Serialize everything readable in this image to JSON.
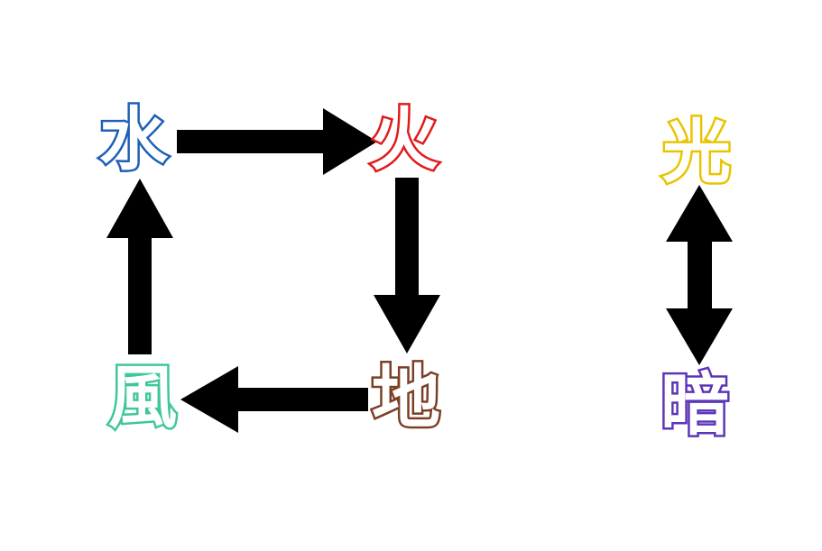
{
  "nodes": {
    "water": {
      "label": "水",
      "color": "#1f5fb5"
    },
    "fire": {
      "label": "火",
      "color": "#e01b1b"
    },
    "earth": {
      "label": "地",
      "color": "#7a3f25"
    },
    "wind": {
      "label": "風",
      "color": "#3ec79a"
    },
    "light": {
      "label": "光",
      "color": "#e8c400"
    },
    "dark": {
      "label": "暗",
      "color": "#5b35b8"
    }
  },
  "edges": [
    {
      "from": "水",
      "to": "火"
    },
    {
      "from": "火",
      "to": "地"
    },
    {
      "from": "地",
      "to": "風"
    },
    {
      "from": "風",
      "to": "水"
    },
    {
      "from": "光",
      "to": "暗",
      "bidirectional": true
    }
  ],
  "arrow_color": "#000000"
}
